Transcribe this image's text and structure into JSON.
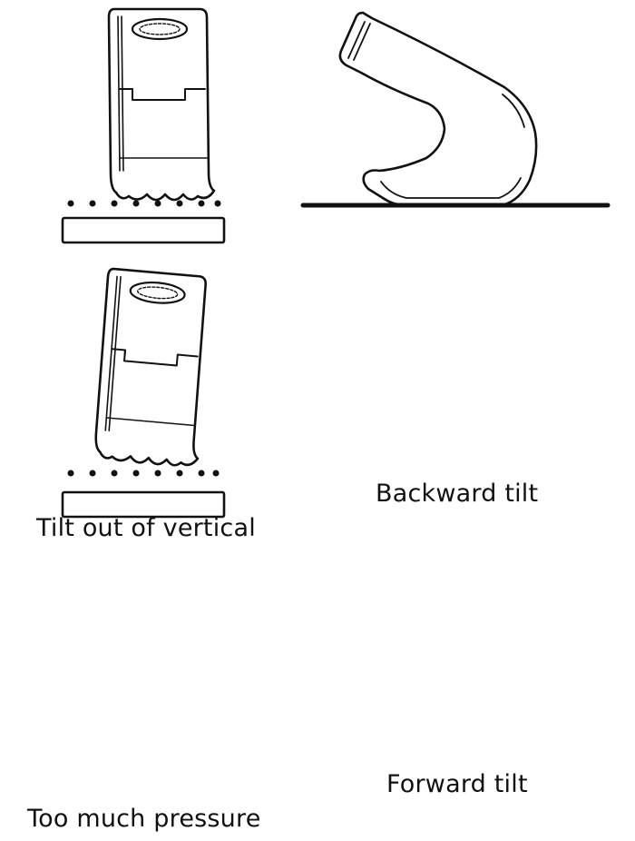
{
  "captions": {
    "tilt_out_of_vertical": "Tilt out of vertical",
    "too_much_pressure": "Too much pressure",
    "backward_tilt": "Backward tilt",
    "forward_tilt": "Forward tilt"
  },
  "colors": {
    "stroke": "#111111",
    "fill": "#ffffff"
  },
  "icons": {
    "pressure_arrow": "arrow-down-left-icon",
    "logo": "oval-brand-logo-icon"
  }
}
